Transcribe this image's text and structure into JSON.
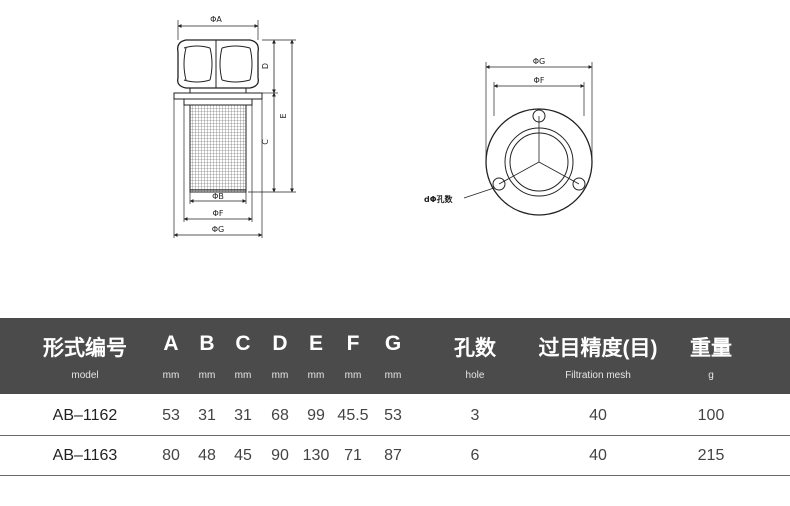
{
  "drawing": {
    "labels": {
      "phi_a": "ΦA",
      "d": "D",
      "c": "C",
      "e": "E",
      "phi_b": "ΦB",
      "phi_f": "ΦF",
      "phi_g": "ΦG",
      "phi_g_top": "ΦG",
      "phi_f_top": "ΦF",
      "hole_label": "dΦ孔数"
    }
  },
  "table": {
    "headers": [
      {
        "main": "形式编号",
        "sub": "model"
      },
      {
        "main": "A",
        "sub": "mm"
      },
      {
        "main": "B",
        "sub": "mm"
      },
      {
        "main": "C",
        "sub": "mm"
      },
      {
        "main": "D",
        "sub": "mm"
      },
      {
        "main": "E",
        "sub": "mm"
      },
      {
        "main": "F",
        "sub": "mm"
      },
      {
        "main": "G",
        "sub": "mm"
      },
      {
        "main": "孔数",
        "sub": "hole"
      },
      {
        "main": "过目精度(目)",
        "sub": "Filtration  mesh"
      },
      {
        "main": "重量",
        "sub": "g"
      }
    ],
    "rows": [
      [
        "AB–1162",
        "53",
        "31",
        "31",
        "68",
        "99",
        "45.5",
        "53",
        "3",
        "40",
        "100"
      ],
      [
        "AB–1163",
        "80",
        "48",
        "45",
        "90",
        "130",
        "71",
        "87",
        "6",
        "40",
        "215"
      ]
    ]
  }
}
